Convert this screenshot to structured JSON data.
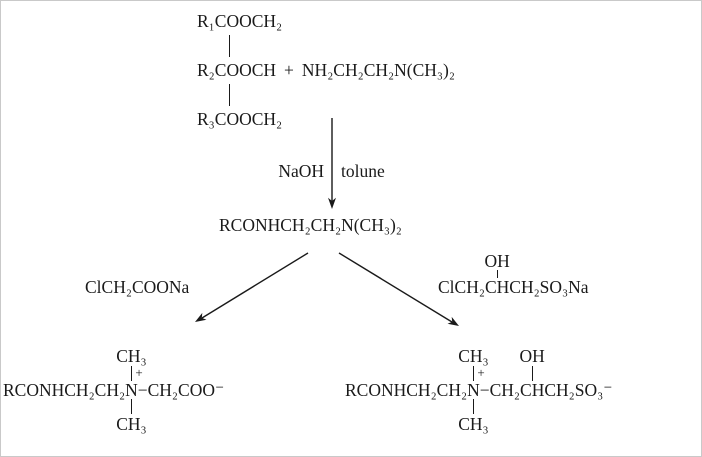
{
  "colors": {
    "background": "#ffffff",
    "ink": "#1a1a1a"
  },
  "top_reactants": {
    "row1": "R₁COOCH₂",
    "row2_ester": "R₂COOCH",
    "plus": "+",
    "row2_amine": "NH₂CH₂CH₂N(CH₃)₂",
    "row3": "R₃COOCH₂"
  },
  "condition": {
    "left": "NaOH",
    "right": "tolune"
  },
  "intermediate": {
    "formula": "RCONHCH₂CH₂N(CH₃)₂"
  },
  "left_branch": {
    "reagent": "ClCH₂COONa"
  },
  "right_branch": {
    "hydroxyl": "OH",
    "reagent_prefix": "ClCH₂",
    "reagent_ch": "CH",
    "reagent_suffix": "CH₂SO₃Na"
  },
  "left_product": {
    "prefix": "RCONHCH₂CH₂",
    "nitrogen": "N",
    "charge": "+",
    "suffix": "−CH₂COO⁻",
    "methyl_top": "CH₃",
    "methyl_bottom": "CH₃"
  },
  "right_product": {
    "prefix": "RCONHCH₂CH₂",
    "nitrogen": "N",
    "charge": "+",
    "mid": "−CH₂",
    "ch": "CH",
    "hydroxyl": "OH",
    "suffix": "CH₂SO₃⁻",
    "methyl_top": "CH₃",
    "methyl_bottom": "CH₃"
  }
}
